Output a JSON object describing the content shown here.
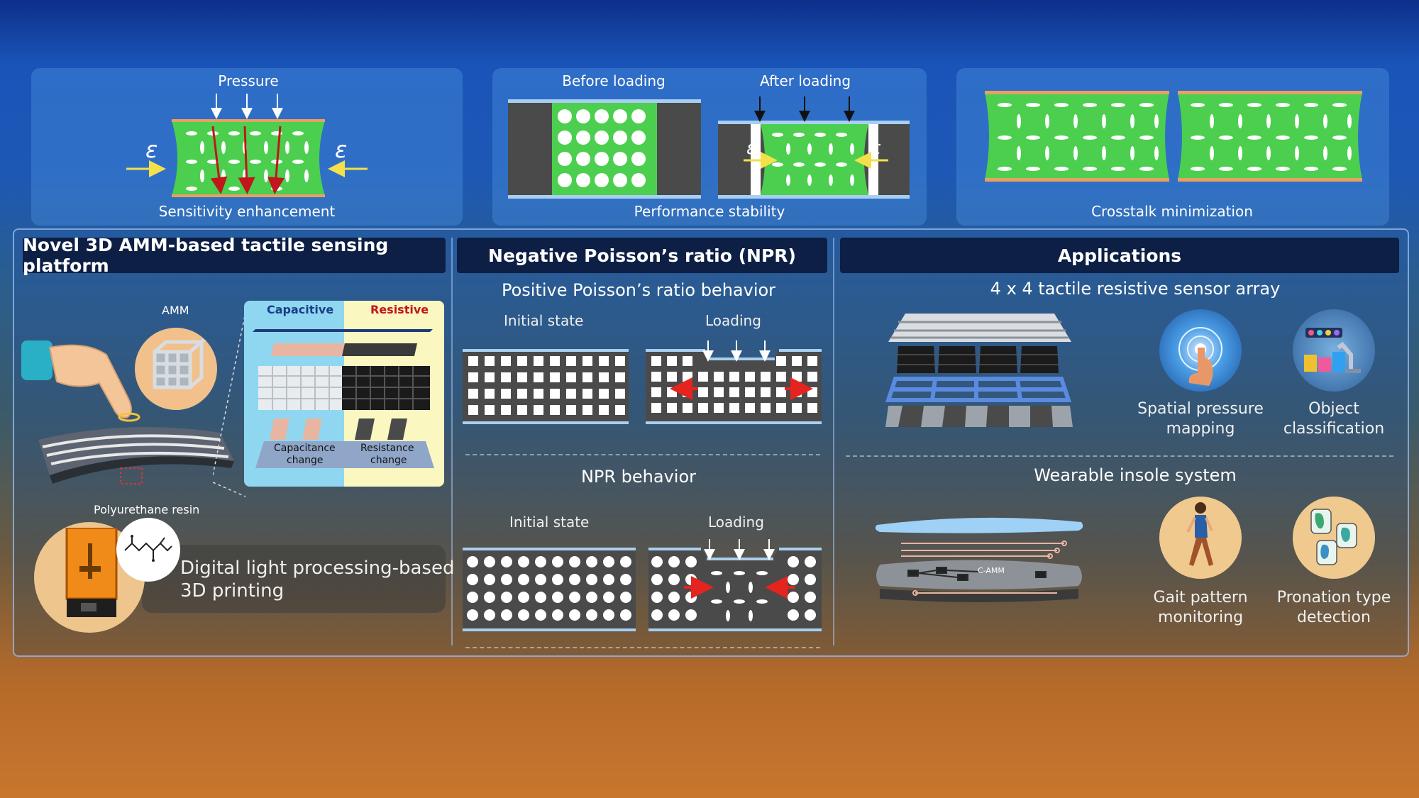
{
  "top": {
    "p1": {
      "pressure": "Pressure",
      "eps_left": "ε",
      "eps_right": "ε",
      "caption": "Sensitivity enhancement"
    },
    "p2": {
      "before": "Before loading",
      "after": "After loading",
      "eps_left": "ε",
      "eps_right": "ε",
      "caption": "Performance stability"
    },
    "p3": {
      "caption": "Crosstalk minimization"
    }
  },
  "sec1": {
    "title": "Novel 3D AMM-based tactile sensing platform",
    "amm": "AMM",
    "capacitive": "Capacitive",
    "resistive": "Resistive",
    "cap_change_1": "Capacitance",
    "cap_change_2": "change",
    "res_change_1": "Resistance",
    "res_change_2": "change",
    "resin": "Polyurethane resin",
    "dlp_1": "Digital light processing-based",
    "dlp_2": "3D printing"
  },
  "sec2": {
    "title": "Negative Poisson’s ratio (NPR)",
    "ppr": "Positive Poisson’s ratio behavior",
    "initial_1": "Initial state",
    "loading_1": "Loading",
    "npr": "NPR behavior",
    "initial_2": "Initial state",
    "loading_2": "Loading"
  },
  "sec3": {
    "title": "Applications",
    "array": "4 x 4 tactile resistive sensor array",
    "spatial_1": "Spatial pressure",
    "spatial_2": "mapping",
    "object_1": "Object",
    "object_2": "classification",
    "insole": "Wearable insole system",
    "camm": "C-AMM",
    "gait_1": "Gait pattern",
    "gait_2": "monitoring",
    "pron_1": "Pronation type",
    "pron_2": "detection"
  },
  "colors": {
    "green": "#4ccf4f",
    "orange": "#e8a060",
    "header": "#0d1f45",
    "red_arrow": "#c0161c",
    "yellow_arrow": "#f3e04a",
    "gray_block": "#4a4a4a"
  }
}
